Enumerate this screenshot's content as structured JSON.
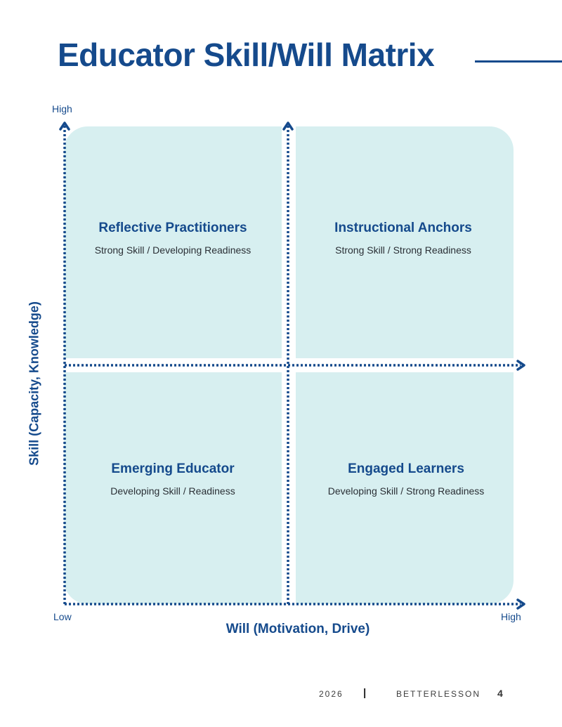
{
  "title": "Educator Skill/Will Matrix",
  "axes": {
    "y_high": "High",
    "x_low": "Low",
    "x_high": "High",
    "x_title": "Will (Motivation, Drive)",
    "y_title": "Skill (Capacity, Knowledge)"
  },
  "quadrants": {
    "top_left": {
      "title": "Reflective Practitioners",
      "subtitle": "Strong Skill / Developing Readiness"
    },
    "top_right": {
      "title": "Instructional Anchors",
      "subtitle": "Strong Skill / Strong Readiness"
    },
    "bottom_left": {
      "title": "Emerging Educator",
      "subtitle": "Developing Skill / Readiness"
    },
    "bottom_right": {
      "title": "Engaged Learners",
      "subtitle": "Developing Skill / Strong Readiness"
    }
  },
  "footer": {
    "year": "2026",
    "separator": "|",
    "brand": "BETTERLESSON",
    "page": "4"
  },
  "colors": {
    "primary": "#154a8c",
    "quadrant_fill": "#d7eff0"
  }
}
